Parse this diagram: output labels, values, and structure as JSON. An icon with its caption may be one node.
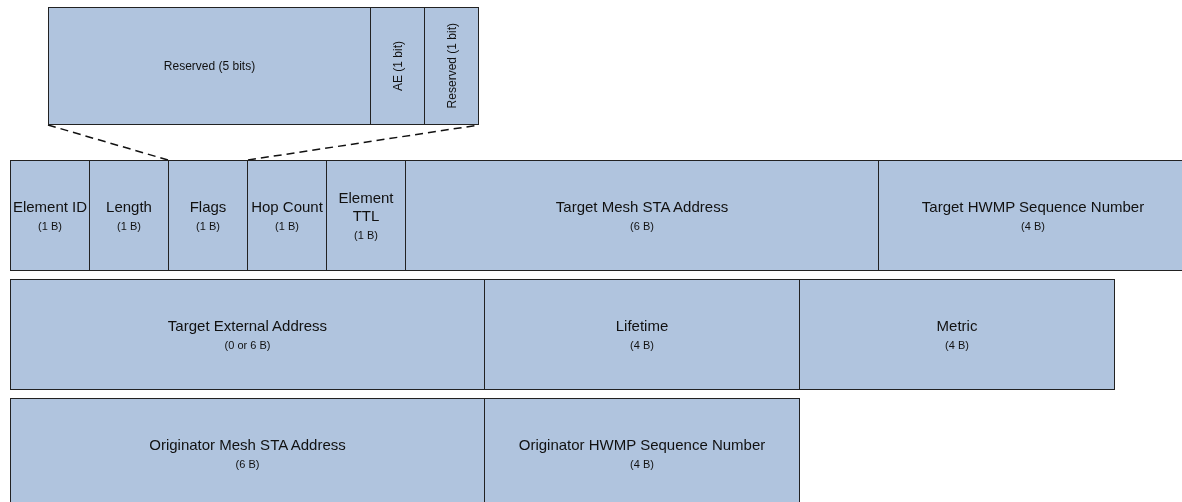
{
  "diagram": {
    "nodes": [
      {
        "text": [
          "Reserved (5 bits)"
        ]
      },
      {
        "text": [
          "AE (1 bit)"
        ]
      },
      {
        "text": [
          "Reserved (1 bit)"
        ]
      },
      {
        "text": [
          "Element ID",
          "(1 B)"
        ]
      },
      {
        "text": [
          "Length",
          "(1 B)"
        ]
      },
      {
        "text": [
          "Flags",
          "(1 B)"
        ]
      },
      {
        "text": [
          "Hop Count",
          "(1 B)"
        ]
      },
      {
        "text": [
          "Element TTL",
          "(1 B)"
        ]
      },
      {
        "text": [
          "Target Mesh STA Address",
          "(6 B)"
        ]
      },
      {
        "text": [
          "Target HWMP Sequence Number",
          "(4 B)"
        ]
      },
      {
        "text": [
          "Target External Address",
          "(0 or 6 B)"
        ]
      },
      {
        "text": [
          "Lifetime",
          "(4 B)"
        ]
      },
      {
        "text": [
          "Metric",
          "(4 B)"
        ]
      },
      {
        "text": [
          "Originator Mesh STA Address",
          "(6 B)"
        ]
      },
      {
        "text": [
          "Originator HWMP Sequence Number",
          "(4 B)"
        ]
      }
    ],
    "edges": [
      {
        "from": 5,
        "to": 0,
        "arrow": "none",
        "style": "dashed"
      },
      {
        "from": 5,
        "to": 2,
        "arrow": "none",
        "style": "dashed"
      }
    ]
  }
}
